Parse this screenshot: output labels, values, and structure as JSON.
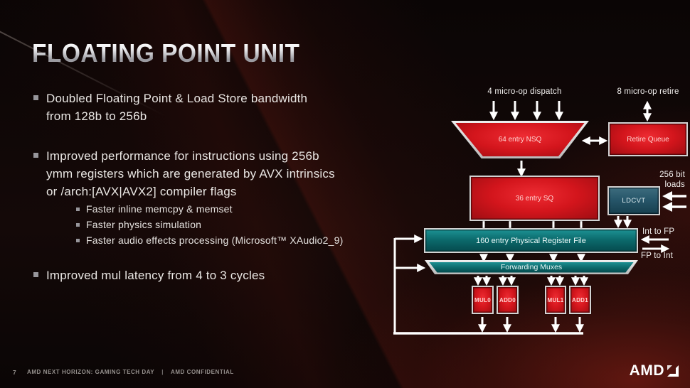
{
  "header": {
    "title": "FLOATING POINT UNIT"
  },
  "content": {
    "bullets": [
      {
        "text": "Doubled Floating Point & Load Store bandwidth\nfrom 128b to 256b"
      },
      {
        "text": "Improved performance for instructions using 256b\nymm registers which are generated by AVX intrinsics\nor /arch:[AVX|AVX2] compiler flags"
      },
      {
        "text": "Improved mul latency from 4 to 3 cycles"
      }
    ],
    "sub_bullets": [
      {
        "text": "Faster inline memcpy & memset"
      },
      {
        "text": "Faster physics simulation"
      },
      {
        "text": "Faster audio effects processing (Microsoft™ XAudio2_9)"
      }
    ]
  },
  "diagram": {
    "dispatch_label": "4 micro-op dispatch",
    "retire_label": "8 micro-op retire",
    "nsq_label": "64 entry NSQ",
    "retire_queue_label": "Retire Queue",
    "sq_label": "36 entry SQ",
    "ldcvt_label": "LDCVT",
    "loads_label": "256 bit\nloads",
    "prf_label": "160 entry Physical Register File",
    "forwarding_label": "Forwarding Muxes",
    "int_to_fp_label": "Int to FP",
    "fp_to_int_label": "FP to Int",
    "units": [
      {
        "label": "MUL0"
      },
      {
        "label": "ADD0"
      },
      {
        "label": "MUL1"
      },
      {
        "label": "ADD1"
      }
    ]
  },
  "footer": {
    "page_number": "7",
    "event_label": "AMD NEXT HORIZON: GAMING TECH DAY",
    "separator": "|",
    "confidential_label": "AMD CONFIDENTIAL",
    "logo_text": "AMD"
  },
  "colors": {
    "accent_red": "#d3151c",
    "accent_teal": "#0c6b6d",
    "ldcvt_blue": "#27566a",
    "silver_border": "#d2d2d2",
    "body_text": "#eae7e4"
  }
}
